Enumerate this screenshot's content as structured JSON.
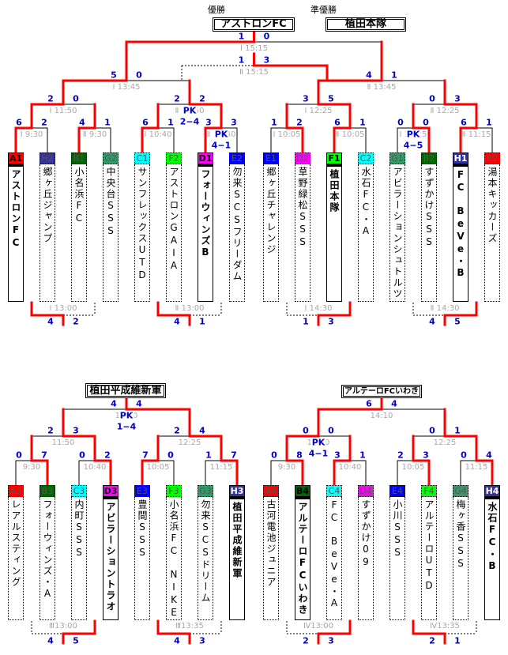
{
  "header": {
    "champion_label": "優勝",
    "champion": "アストロンFC",
    "runner_up_label": "準優勝",
    "runner_up": "植田本隊"
  },
  "labels": {
    "pk": "PK"
  },
  "group_colors": {
    "A": "#ff0000",
    "B": "#006600",
    "C": "#00ffff",
    "D": "#ff00ff",
    "E": "#0000ff",
    "F": "#00ff00",
    "G": "#339966",
    "H": "#333399"
  },
  "line_colors": {
    "winning_path": "#ff0000",
    "score_text": "#0000cc",
    "time_text": "#a8a8a8"
  },
  "main_bracket": {
    "teams": [
      {
        "code": "A1",
        "group": "A",
        "name": "アストロンFC",
        "advanced": true
      },
      {
        "code": "H2",
        "group": "H",
        "name": "郷ヶ丘ジャンプ",
        "advanced": false
      },
      {
        "code": "B1",
        "group": "B",
        "name": "小名浜FC",
        "advanced": false
      },
      {
        "code": "G2",
        "group": "G",
        "name": "中央台SSS",
        "advanced": false
      },
      {
        "code": "C1",
        "group": "C",
        "name": "サンフレックスUTD",
        "advanced": false
      },
      {
        "code": "F2",
        "group": "F",
        "name": "アストロンGAIA",
        "advanced": false
      },
      {
        "code": "D1",
        "group": "D",
        "name": "フォーウィンズB",
        "advanced": true
      },
      {
        "code": "E2",
        "group": "E",
        "name": "勿来SCSフリーダム",
        "advanced": false
      },
      {
        "code": "E1",
        "group": "E",
        "name": "郷ヶ丘チャレンジ",
        "advanced": false
      },
      {
        "code": "D2",
        "group": "D",
        "name": "草野緑松SSS",
        "advanced": false
      },
      {
        "code": "F1",
        "group": "F",
        "name": "植田本隊",
        "advanced": true
      },
      {
        "code": "C2",
        "group": "C",
        "name": "水石FC・A",
        "advanced": false
      },
      {
        "code": "G1",
        "group": "G",
        "name": "アビラーションシュトルツ",
        "advanced": false
      },
      {
        "code": "B2",
        "group": "B",
        "name": "すずかけSSS",
        "advanced": false
      },
      {
        "code": "H1",
        "group": "H",
        "name": "FC　BeVe・B",
        "advanced": true
      },
      {
        "code": "A2",
        "group": "A",
        "name": "湯本キッカーズ",
        "advanced": false
      }
    ],
    "rounds": [
      [
        {
          "score": [
            6,
            2
          ],
          "time": "Ⅰ 9:30",
          "winner": 0
        },
        {
          "score": [
            4,
            1
          ],
          "time": "Ⅱ 9:30",
          "winner": 0
        },
        {
          "score": [
            6,
            1
          ],
          "time": "Ⅰ 10:40",
          "winner": 0
        },
        {
          "score": [
            3,
            3
          ],
          "time": "Ⅱ 10:40",
          "winner": 0,
          "pk": "4−1"
        },
        {
          "score": [
            1,
            2
          ],
          "time": "Ⅰ 10:05",
          "winner": 1
        },
        {
          "score": [
            6,
            1
          ],
          "time": "Ⅱ 10:05",
          "winner": 0
        },
        {
          "score": [
            0,
            0
          ],
          "time": "Ⅰ 11:15",
          "winner": 1,
          "pk": "4−5"
        },
        {
          "score": [
            6,
            1
          ],
          "time": "Ⅱ 11:15",
          "winner": 0
        }
      ],
      [
        {
          "score": [
            2,
            0
          ],
          "time": "Ⅰ 11:50",
          "winner": 0
        },
        {
          "score": [
            2,
            2
          ],
          "time": "Ⅱ 11:50",
          "winner": 1,
          "pk": "2−4"
        },
        {
          "score": [
            3,
            5
          ],
          "time": "Ⅰ 12:25",
          "winner": 1
        },
        {
          "score": [
            0,
            3
          ],
          "time": "Ⅱ 12:25",
          "winner": 1
        }
      ],
      [
        {
          "score": [
            5,
            0
          ],
          "time": "Ⅰ 13:45",
          "winner": 0
        },
        {
          "score": [
            4,
            1
          ],
          "time": "Ⅱ 13:45",
          "winner": 0
        }
      ],
      [
        {
          "score": [
            1,
            0
          ],
          "time": "Ⅰ 15:15",
          "winner": 0
        }
      ]
    ],
    "third_place": {
      "score": [
        1,
        3
      ],
      "time": "Ⅱ 15:15",
      "winner": 1
    },
    "consolation": [
      {
        "score": [
          4,
          2
        ],
        "time": "Ⅰ 13:00",
        "winner": 0
      },
      {
        "score": [
          4,
          1
        ],
        "time": "Ⅱ 13:00",
        "winner": 0
      },
      {
        "score": [
          1,
          3
        ],
        "time": "Ⅰ 14:30",
        "winner": 1
      },
      {
        "score": [
          4,
          5
        ],
        "time": "Ⅱ 14:30",
        "winner": 1
      }
    ]
  },
  "sub_brackets": [
    {
      "title": "植田平成維新軍",
      "teams": [
        {
          "code": "A3",
          "group": "A",
          "name": "レアルスティング",
          "advanced": false
        },
        {
          "code": "B3",
          "group": "B",
          "name": "フォーウィンズ・A",
          "advanced": false
        },
        {
          "code": "C3",
          "group": "C",
          "name": "内町SSS",
          "advanced": false
        },
        {
          "code": "D3",
          "group": "D",
          "name": "アビラーショントラオム",
          "advanced": true
        },
        {
          "code": "E3",
          "group": "E",
          "name": "豊間SSS",
          "advanced": false
        },
        {
          "code": "F3",
          "group": "F",
          "name": "小名浜FC　NIKE",
          "advanced": false
        },
        {
          "code": "G3",
          "group": "G",
          "name": "勿来SCSドリーム",
          "advanced": false
        },
        {
          "code": "H3",
          "group": "H",
          "name": "植田平成維新軍",
          "advanced": true
        }
      ],
      "rounds": [
        [
          {
            "score": [
              0,
              7
            ],
            "time": "9:30",
            "winner": 1
          },
          {
            "score": [
              0,
              2
            ],
            "time": "10:40",
            "winner": 1
          },
          {
            "score": [
              7,
              0
            ],
            "time": "10:05",
            "winner": 0
          },
          {
            "score": [
              1,
              7
            ],
            "time": "11:15",
            "winner": 1
          }
        ],
        [
          {
            "score": [
              2,
              3
            ],
            "time": "11:50",
            "winner": 1
          },
          {
            "score": [
              2,
              4
            ],
            "time": "12:25",
            "winner": 1
          }
        ],
        [
          {
            "score": [
              4,
              4
            ],
            "time": "14:10",
            "winner": 1,
            "pk": "1−4"
          }
        ]
      ],
      "consolation": [
        {
          "score": [
            4,
            5
          ],
          "time": "Ⅲ13:00",
          "winner": 1
        },
        {
          "score": [
            4,
            3
          ],
          "time": "Ⅲ13:35",
          "winner": 0
        }
      ]
    },
    {
      "title": "アルテーロFCいわき",
      "teams": [
        {
          "code": "A4",
          "group": "A",
          "name": "古河電池ジュニア",
          "advanced": false
        },
        {
          "code": "B4",
          "group": "B",
          "name": "アルテーロFCいわき",
          "advanced": true
        },
        {
          "code": "C4",
          "group": "C",
          "name": "FC　BeVe・A",
          "advanced": false
        },
        {
          "code": "D4",
          "group": "D",
          "name": "すずかけ09",
          "advanced": false
        },
        {
          "code": "E4",
          "group": "E",
          "name": "小川SSS",
          "advanced": false
        },
        {
          "code": "F4",
          "group": "F",
          "name": "アルテーロUTD",
          "advanced": false
        },
        {
          "code": "G4",
          "group": "G",
          "name": "梅ヶ香SSS",
          "advanced": false
        },
        {
          "code": "H4",
          "group": "H",
          "name": "水石FC・B",
          "advanced": true
        }
      ],
      "rounds": [
        [
          {
            "score": [
              0,
              8
            ],
            "time": "9:30",
            "winner": 1
          },
          {
            "score": [
              3,
              1
            ],
            "time": "10:40",
            "winner": 0
          },
          {
            "score": [
              2,
              3
            ],
            "time": "10:05",
            "winner": 1
          },
          {
            "score": [
              0,
              4
            ],
            "time": "11:15",
            "winner": 1
          }
        ],
        [
          {
            "score": [
              0,
              0
            ],
            "time": "11:50",
            "winner": 0,
            "pk": "4−1"
          },
          {
            "score": [
              0,
              1
            ],
            "time": "12:25",
            "winner": 1
          }
        ],
        [
          {
            "score": [
              6,
              4
            ],
            "time": "14:10",
            "winner": 0
          }
        ]
      ],
      "consolation": [
        {
          "score": [
            2,
            3
          ],
          "time": "Ⅳ13:00",
          "winner": 1
        },
        {
          "score": [
            2,
            1
          ],
          "time": "Ⅳ13:35",
          "winner": 0
        }
      ]
    }
  ]
}
